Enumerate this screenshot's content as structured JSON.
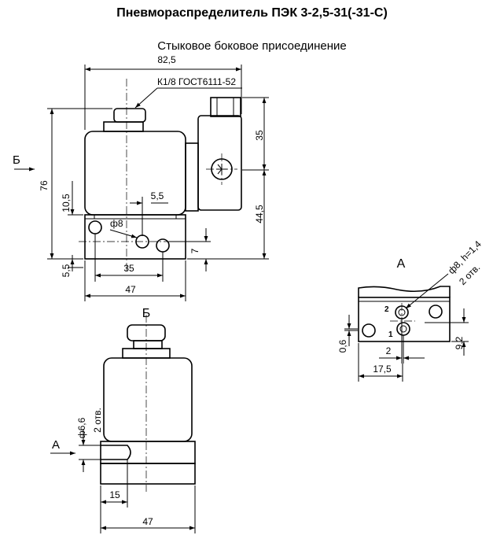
{
  "title": "Пневмораспределитель ПЭК 3-2,5-31(-31-С)",
  "subtitle": "Стыковое боковое присоединение",
  "views": {
    "main": {
      "dims": {
        "overall_width": "82,5",
        "thread": "К1/8 ГОСТ6111-52",
        "height_total": "76",
        "connector_height": "35",
        "height_lower": "44,5",
        "base_height": "10,5",
        "port_offset": "5,5",
        "port_diameter": "ф8",
        "hole_spacing": "35",
        "base_width": "47",
        "small_offset": "5,5",
        "seven": "7",
        "arrow_label": "Б"
      }
    },
    "side": {
      "label": "Б",
      "dims": {
        "diameter": "ф6,6",
        "holes": "2 отв.",
        "offset": "15",
        "width": "47",
        "arrow_label": "А"
      }
    },
    "view_a": {
      "label": "А",
      "dims": {
        "port_spec": "ф8, h=1,4",
        "holes": "2 отв.",
        "port_2": "2",
        "port_1": "1",
        "height": "0,6",
        "spacing": "2",
        "distance": "17,5",
        "height2": "9,2"
      }
    }
  }
}
